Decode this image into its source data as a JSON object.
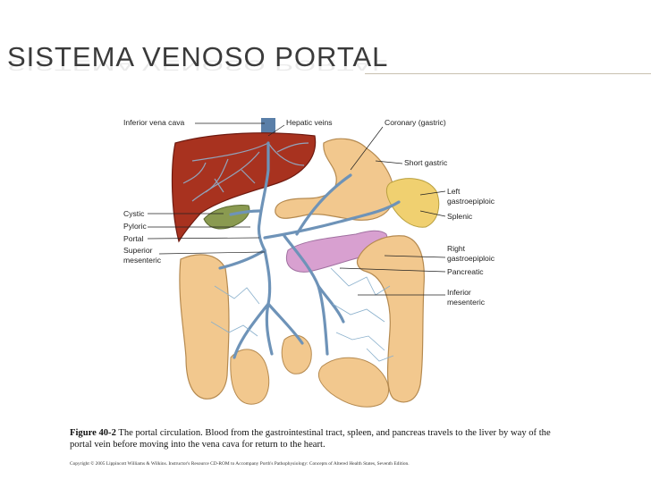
{
  "slide": {
    "title": "SISTEMA VENOSO PORTAL"
  },
  "figure": {
    "labels": {
      "inferior_vena_cava": "Inferior vena cava",
      "hepatic_veins": "Hepatic veins",
      "coronary_gastric": "Coronary (gastric)",
      "short_gastric": "Short gastric",
      "left_gastroepiploic_1": "Left",
      "left_gastroepiploic_2": "gastroepiploic",
      "splenic": "Splenic",
      "cystic": "Cystic",
      "pyloric": "Pyloric",
      "portal": "Portal",
      "superior_mesenteric_1": "Superior",
      "superior_mesenteric_2": "mesenteric",
      "right_gastroepiploic_1": "Right",
      "right_gastroepiploic_2": "gastroepiploic",
      "pancreatic": "Pancreatic",
      "inferior_mesenteric_1": "Inferior",
      "inferior_mesenteric_2": "mesenteric"
    },
    "caption_label": "Figure 40-2",
    "caption_text": " The portal circulation. Blood from the gastrointestinal tract, spleen, and pancreas travels to the liver by way of the portal vein before moving into the vena cava for return to the heart.",
    "copyright": "Copyright © 2005 Lippincott Williams & Wilkins. Instructor's Resource CD-ROM to Accompany Porth's Pathophysiology: Concepts of Altered Health States, Seventh Edition."
  },
  "colors": {
    "liver": "#a8321f",
    "vein": "#6e93b8",
    "organ": "#f2c88e",
    "pancreas": "#d8a0d0",
    "spleen": "#f0d070",
    "gallbladder": "#8a9a50"
  }
}
